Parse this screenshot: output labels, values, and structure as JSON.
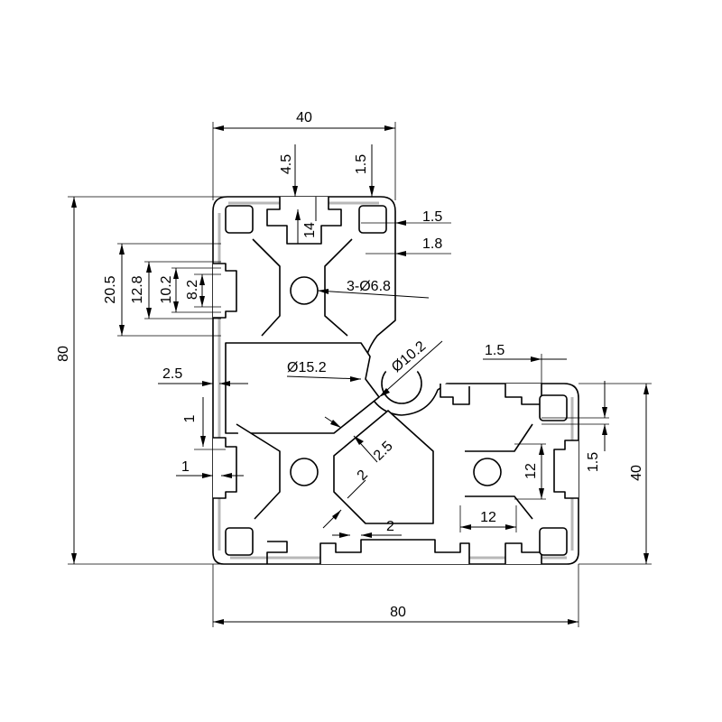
{
  "drawing": {
    "dimensions": {
      "top_width": "40",
      "slot_opening": "4.5",
      "wall_top": "1.5",
      "slot_depth": "14",
      "lip_right_1": "1.5",
      "lip_right_2": "1.8",
      "slot_height_outer": "20.5",
      "slot_height_1": "12.8",
      "slot_height_2": "10.2",
      "slot_height_3": "8.2",
      "holes": "3-Ø6.8",
      "total_height": "80",
      "corner_radius": "Ø10.2",
      "center_bore": "Ø15.2",
      "wall_left": "2.5",
      "lip_left_1": "1",
      "lip_left_2": "1",
      "diag_wall": "2.5",
      "rib_1": "2",
      "rib_2": "2",
      "rib_width_v": "12",
      "rib_width_h": "12",
      "lip_lower_right": "1.5",
      "right_height": "40",
      "bottom_width": "80"
    }
  }
}
